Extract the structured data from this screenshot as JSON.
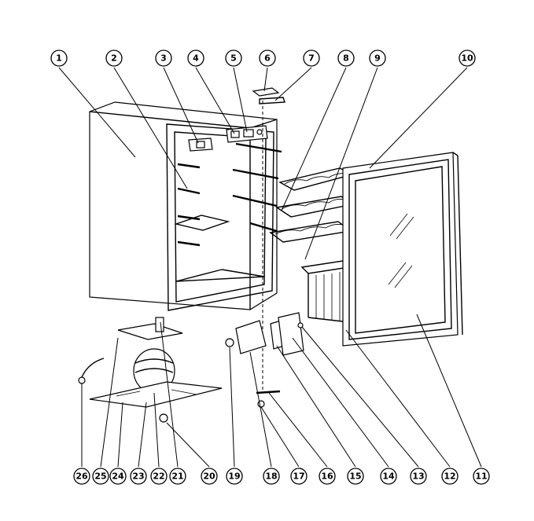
{
  "callouts": {
    "top": [
      "1",
      "2",
      "3",
      "4",
      "5",
      "6",
      "7",
      "8",
      "9",
      "10"
    ],
    "bottom": [
      "26",
      "25",
      "24",
      "23",
      "22",
      "21",
      "20",
      "19",
      "18",
      "17",
      "16",
      "15",
      "14",
      "13",
      "12",
      "11"
    ]
  }
}
